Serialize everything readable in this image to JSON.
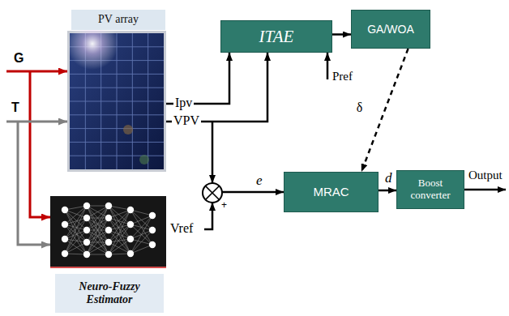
{
  "diagram": {
    "nodes": [
      {
        "text": [
          "PV array"
        ]
      },
      {
        "text": [
          "ITAE"
        ]
      },
      {
        "text": [
          "GA/WOA"
        ]
      },
      {
        "text": [
          "MRAC"
        ]
      },
      {
        "text": [
          "Boost converter"
        ]
      },
      {
        "text": [
          "Neuro-Fuzzy Estimator"
        ]
      }
    ],
    "edges": [
      {
        "from": 1,
        "to": 2,
        "arrow": "to"
      },
      {
        "from": 2,
        "to": 3,
        "label": "δ",
        "arrow": "to"
      },
      {
        "from": 3,
        "to": 4,
        "label": "d",
        "arrow": "to"
      }
    ],
    "labels": [
      "G",
      "T",
      "Ipv",
      "VPV",
      "Pref",
      "Vref",
      "e",
      "+",
      "Output"
    ]
  }
}
